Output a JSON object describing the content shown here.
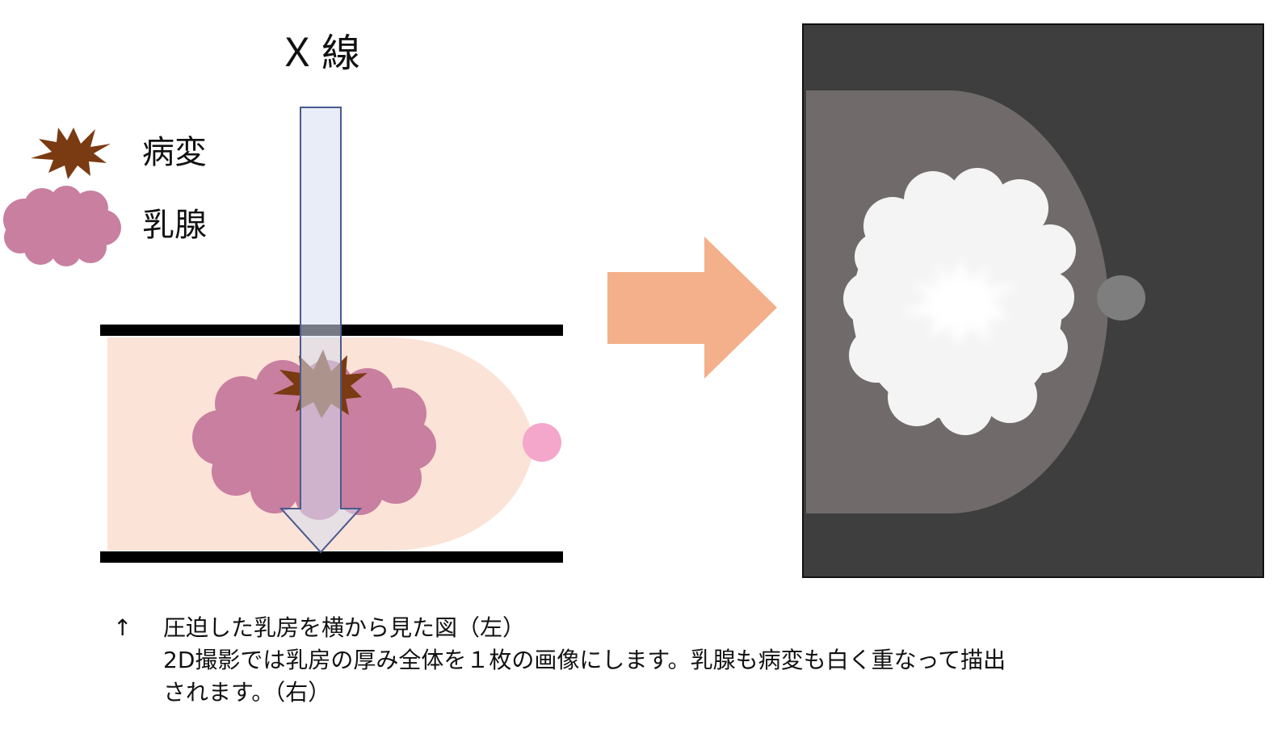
{
  "labels": {
    "xray": "Ｘ線",
    "lesion": "病変",
    "mammary_gland": "乳腺"
  },
  "caption": {
    "arrow": "↑",
    "line1": "圧迫した乳房を横から見た図（左）",
    "line2": "2D撮影では乳房の厚み全体を１枚の画像にします。乳腺も病変も白く重なって描出",
    "line3": "されます。（右）"
  },
  "colors": {
    "lesion": "#7a3a12",
    "gland": "#c87fa0",
    "breast": "#fbe3d7",
    "nipple": "#f4a6cb",
    "xray_beam": "#d6dff0",
    "big_arrow": "#f3b08a",
    "image_bg": "#3e3e3e",
    "image_breast": "#706b6a"
  }
}
